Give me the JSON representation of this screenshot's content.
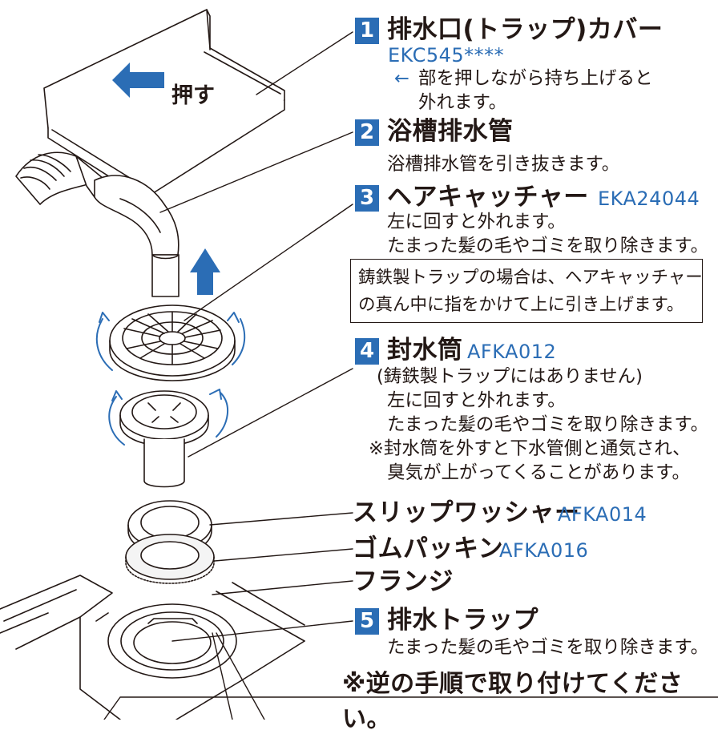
{
  "push_label": "押す",
  "items": [
    {
      "num": "1",
      "title": "排水口(トラップ)カバー",
      "code": "EKC545****",
      "lines": [
        "部を押しながら持ち上げると",
        "外れます。"
      ],
      "arrow_glyph": "←"
    },
    {
      "num": "2",
      "title": "浴槽排水管",
      "lines": [
        "浴槽排水管を引き抜きます。"
      ]
    },
    {
      "num": "3",
      "title": "ヘアキャッチャー",
      "code": "EKA24044",
      "lines": [
        "左に回すと外れます。",
        "たまった髪の毛やゴミを取り除きます。"
      ]
    },
    {
      "num": "4",
      "title": "封水筒",
      "code": "AFKA012",
      "lines": [
        "(鋳鉄製トラップにはありません)",
        "左に回すと外れます。",
        "たまった髪の毛やゴミを取り除きます。",
        "※封水筒を外すと下水管側と通気され、",
        "臭気が上がってくることがあります。"
      ]
    },
    {
      "num": "5",
      "title": "排水トラップ",
      "lines": [
        "たまった髪の毛やゴミを取り除きます。"
      ]
    }
  ],
  "note": [
    "鋳鉄製トラップの場合は、ヘアキャッチャー",
    "の真ん中に指をかけて上に引き上げます。"
  ],
  "parts": [
    {
      "title": "スリップワッシャー",
      "code": "AFKA014"
    },
    {
      "title": "ゴムパッキン",
      "code": "AFKA016"
    },
    {
      "title": "フランジ"
    }
  ],
  "final_note": "※逆の手順で取り付けてください。",
  "colors": {
    "accent": "#2b6db5",
    "ink": "#231815"
  }
}
